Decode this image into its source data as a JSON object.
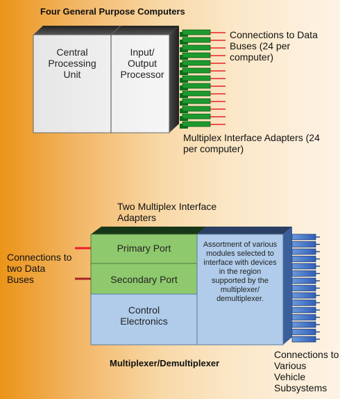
{
  "computers": {
    "title": "Four General Purpose Computers",
    "cpu_label": "Central Processing Unit",
    "iop_label": "Input/ Output Processor",
    "connections_label": "Connections to Data Buses (24 per computer)",
    "adapters_label": "Multiplex Interface Adapters (24 per computer)"
  },
  "mdm": {
    "adapters_label": "Two Multiplex Interface Adapters",
    "bus_connections_label": "Connections to two Data Buses",
    "primary_port": "Primary Port",
    "secondary_port": "Secondary Port",
    "control": "Control Electronics",
    "modules_text": "Assortment of various modules selected to interface with devices in the region supported by the multiplexer/ demultiplexer.",
    "title": "Multiplexer/Demultiplexer",
    "subsystems_label": "Connections to Various Vehicle Subsystems"
  },
  "colors": {
    "green_connector": "#1d9a2f",
    "red_line": "#e8202a",
    "dark_red_line": "#a52424",
    "port_green": "#8fc96d",
    "control_blue": "#b0ccea",
    "card_blue": "#3e73c8"
  }
}
